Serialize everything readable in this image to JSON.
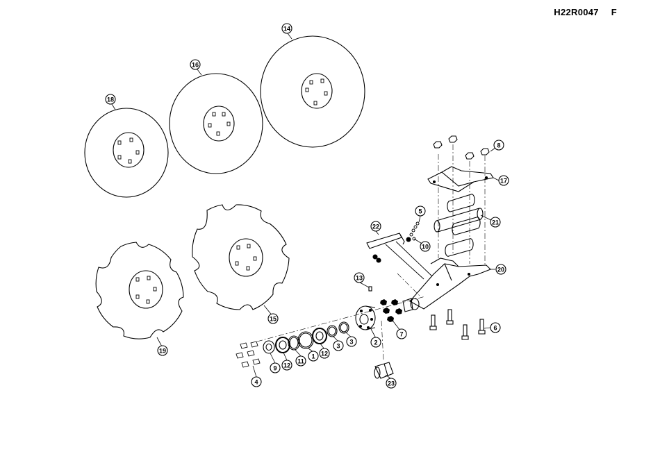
{
  "drawing": {
    "code": "H22R0047",
    "revision": "F"
  },
  "colors": {
    "line": "#000000",
    "background": "#ffffff"
  },
  "callouts": {
    "c1": "1",
    "c2": "2",
    "c3a": "3",
    "c3b": "3",
    "c4": "4",
    "c5": "5",
    "c6": "6",
    "c7": "7",
    "c8": "8",
    "c9": "9",
    "c10": "10",
    "c11": "11",
    "c12a": "12",
    "c12b": "12",
    "c13": "13",
    "c14": "14",
    "c15": "15",
    "c16": "16",
    "c17": "17",
    "c18": "18",
    "c19": "19",
    "c20": "20",
    "c21": "21",
    "c22": "22",
    "c23": "23"
  }
}
